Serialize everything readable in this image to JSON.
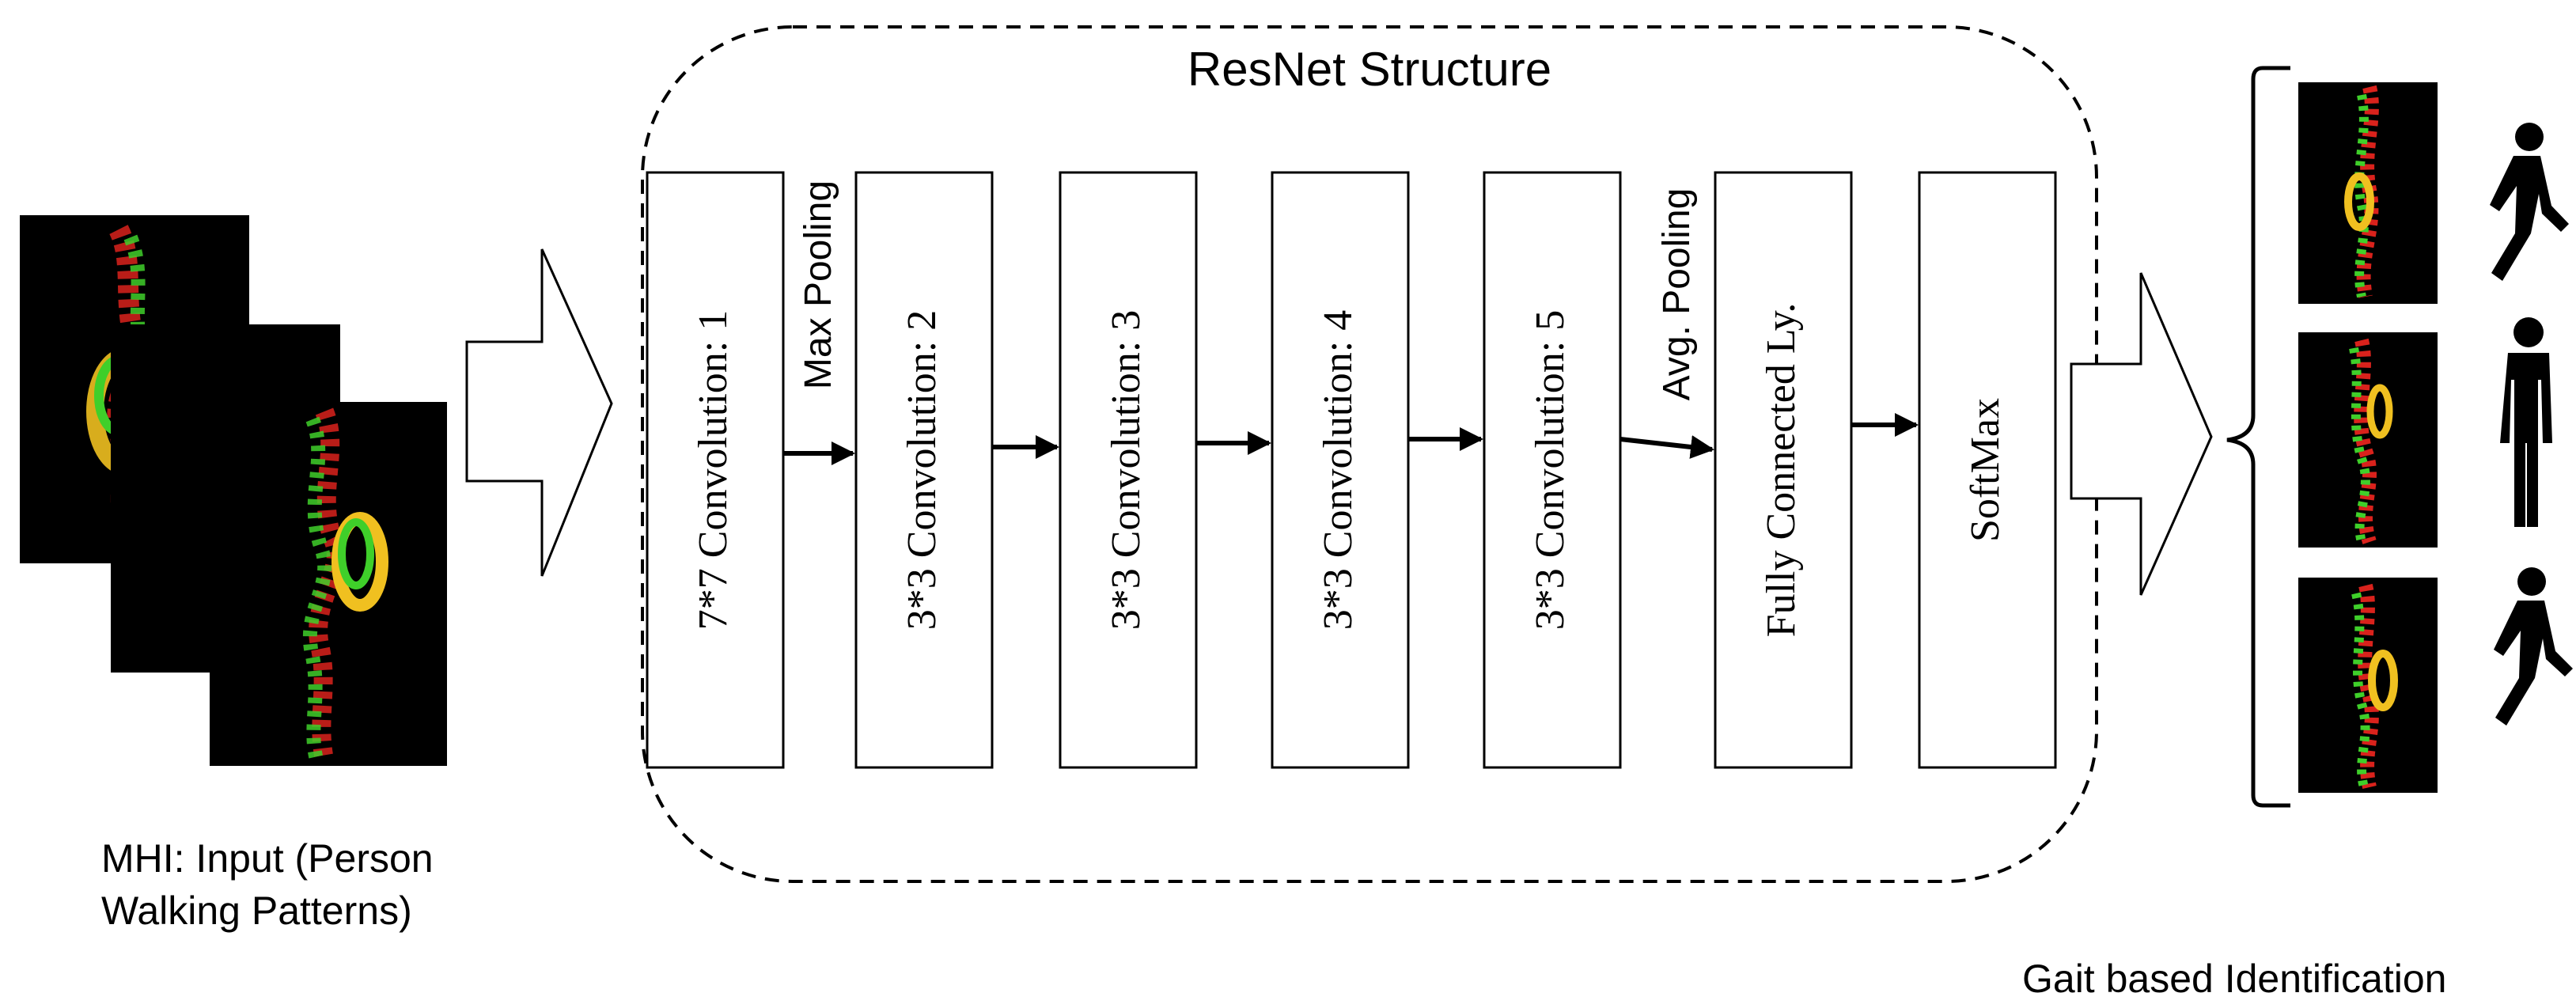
{
  "diagram": {
    "structure_title": "ResNet Structure",
    "input_caption": [
      "MHI: Input (Person",
      "Walking Patterns)"
    ],
    "output_caption": "Gait based Identification",
    "layers": [
      {
        "label": "7*7 Convolution: 1"
      },
      {
        "label": "3*3 Convolution: 2"
      },
      {
        "label": "3*3 Convolution: 3"
      },
      {
        "label": "3*3 Convolution: 4"
      },
      {
        "label": "3*3 Convolution: 5"
      },
      {
        "label": "Fully Connected Ly."
      },
      {
        "label": "SoftMax"
      }
    ],
    "pooling": {
      "max": "Max Pooling",
      "avg": "Avg. Pooling"
    },
    "colors": {
      "frame_bg": "#000000",
      "motion_red": "#d9221c",
      "motion_green": "#3fcf2a",
      "motion_yellow": "#f0c020",
      "ink": "#000000"
    },
    "icons": [
      "walking-person-icon",
      "standing-person-icon",
      "walking-person-icon"
    ]
  }
}
